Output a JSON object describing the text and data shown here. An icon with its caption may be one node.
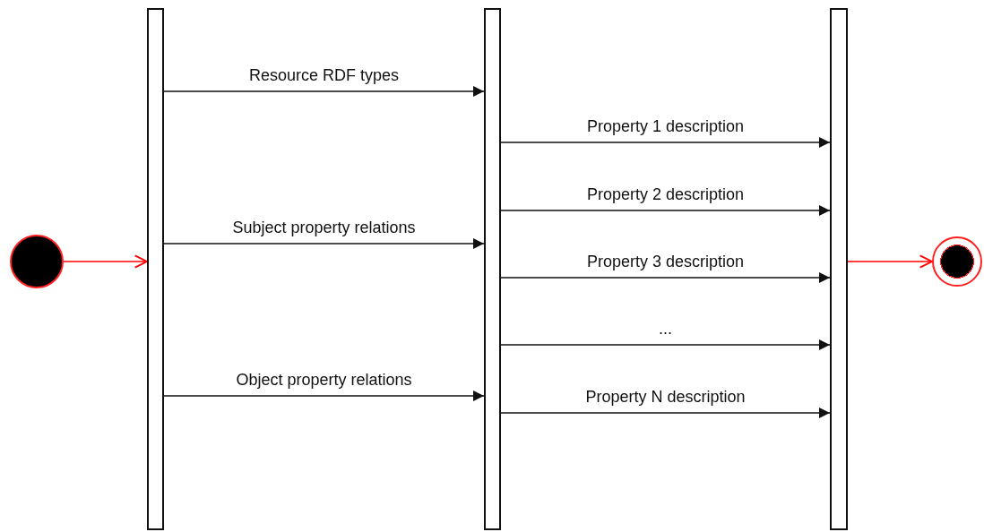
{
  "diagram": {
    "nodes": [
      {
        "text": [],
        "shape": "circle"
      },
      {
        "text": [],
        "shape": "bar"
      },
      {
        "text": [],
        "shape": "bar"
      },
      {
        "text": [],
        "shape": "bar"
      },
      {
        "text": [],
        "shape": "circle"
      }
    ],
    "edges": [
      {
        "from": 0,
        "to": 1,
        "arrow": "to",
        "color": "#ff0000"
      },
      {
        "from": 1,
        "to": 2,
        "arrow": "to",
        "label": "Resource RDF types"
      },
      {
        "from": 2,
        "to": 3,
        "arrow": "to",
        "label": "Property 1 description"
      },
      {
        "from": 2,
        "to": 3,
        "arrow": "to",
        "label": "Property 2 description"
      },
      {
        "from": 1,
        "to": 2,
        "arrow": "to",
        "label": "Subject property relations"
      },
      {
        "from": 2,
        "to": 3,
        "arrow": "to",
        "label": "Property 3 description"
      },
      {
        "from": 2,
        "to": 3,
        "arrow": "to",
        "label": "..."
      },
      {
        "from": 1,
        "to": 2,
        "arrow": "to",
        "label": "Object property relations"
      },
      {
        "from": 2,
        "to": 3,
        "arrow": "to",
        "label": "Property N description"
      },
      {
        "from": 3,
        "to": 4,
        "arrow": "to",
        "color": "#ff0000"
      }
    ]
  }
}
